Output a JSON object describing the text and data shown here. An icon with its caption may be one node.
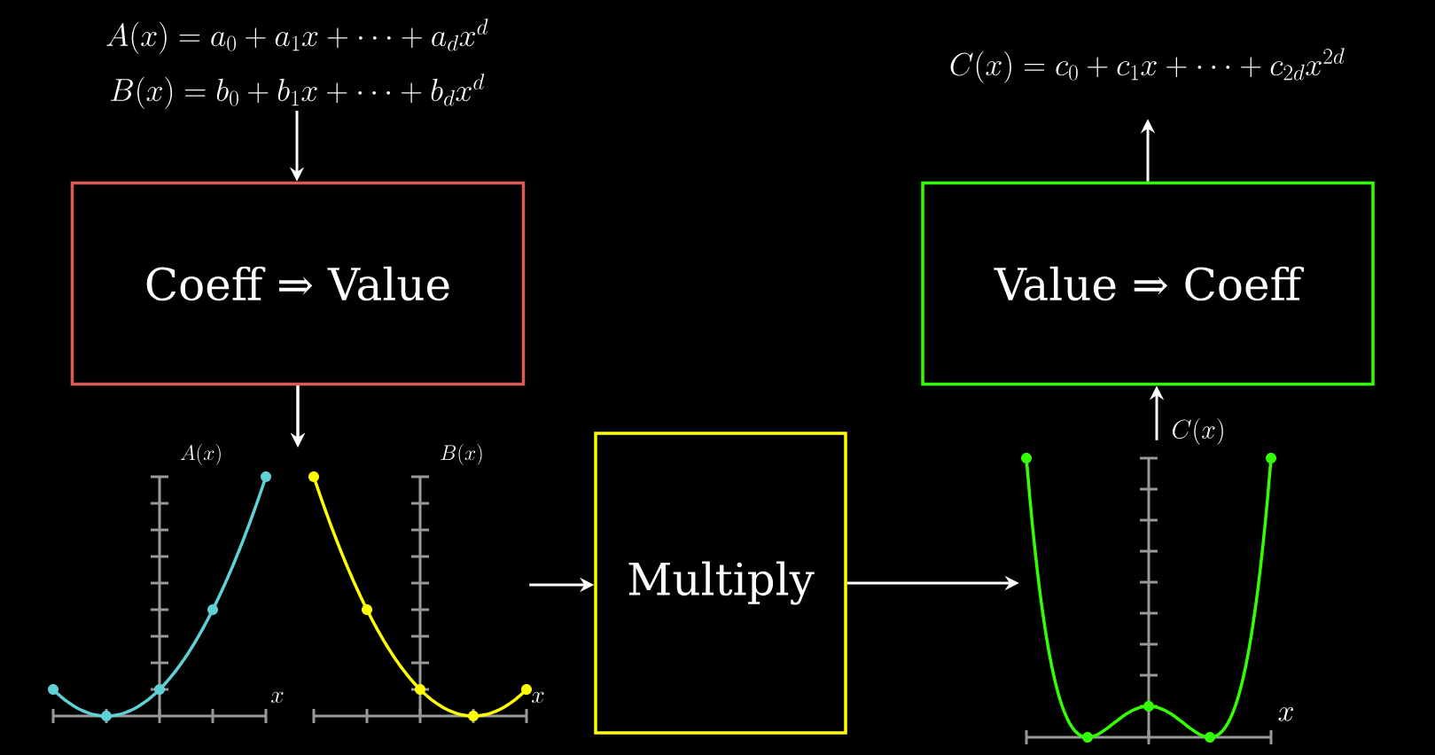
{
  "diagram": {
    "nodes": [
      {
        "text": [
          "A(x) = a_0 + a_1 x + \\cdots + a_d x^d",
          "B(x) = b_0 + b_1 x + \\cdots + b_d x^d"
        ]
      },
      {
        "text": [
          "Coeff ⇒ Value"
        ]
      },
      {
        "text": [
          "A(x)",
          "x"
        ]
      },
      {
        "text": [
          "B(x)",
          "x"
        ]
      },
      {
        "text": [
          "Multiply"
        ]
      },
      {
        "text": [
          "C(x)",
          "x"
        ]
      },
      {
        "text": [
          "Value ⇒ Coeff"
        ]
      },
      {
        "text": [
          "C(x) = c_0 + c_1 x + \\cdots + c_{2d} x^{2d}"
        ]
      }
    ],
    "edges": [
      {
        "from": 0,
        "to": 1,
        "arrow": "to"
      },
      {
        "from": 1,
        "to": 2,
        "arrow": "to"
      },
      {
        "from": 1,
        "to": 3,
        "arrow": "to"
      },
      {
        "from": 3,
        "to": 4,
        "arrow": "to"
      },
      {
        "from": 4,
        "to": 5,
        "arrow": "to"
      },
      {
        "from": 5,
        "to": 6,
        "arrow": "to"
      },
      {
        "from": 6,
        "to": 7,
        "arrow": "to"
      }
    ]
  }
}
